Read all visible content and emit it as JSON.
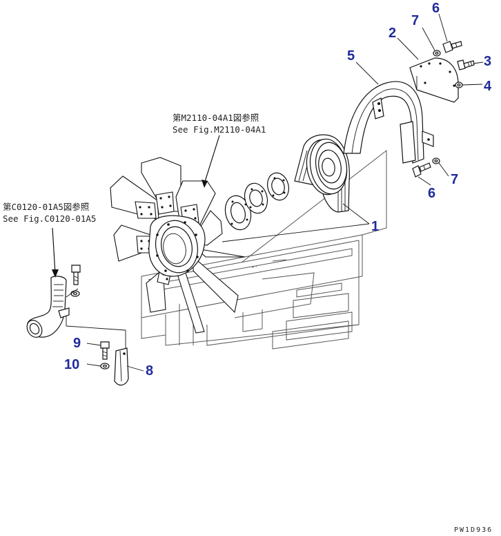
{
  "references": {
    "fan_ref_jp": "第M2110-04A1図参照",
    "fan_ref_en": "See Fig.M2110-04A1",
    "hose_ref_jp": "第C0120-01A5図参照",
    "hose_ref_en": "See Fig.C0120-01A5"
  },
  "callouts": {
    "belt": "1",
    "guard_plate": "2",
    "bolt_top_right": "3",
    "washer_top_right": "4",
    "fan_guard": "5",
    "bolt_top": "6",
    "washer_top": "7",
    "bolt_lower": "6",
    "washer_lower": "7",
    "bracket": "8",
    "bolt_left": "9",
    "washer_left": "10"
  },
  "drawing_code": "PW1D936"
}
